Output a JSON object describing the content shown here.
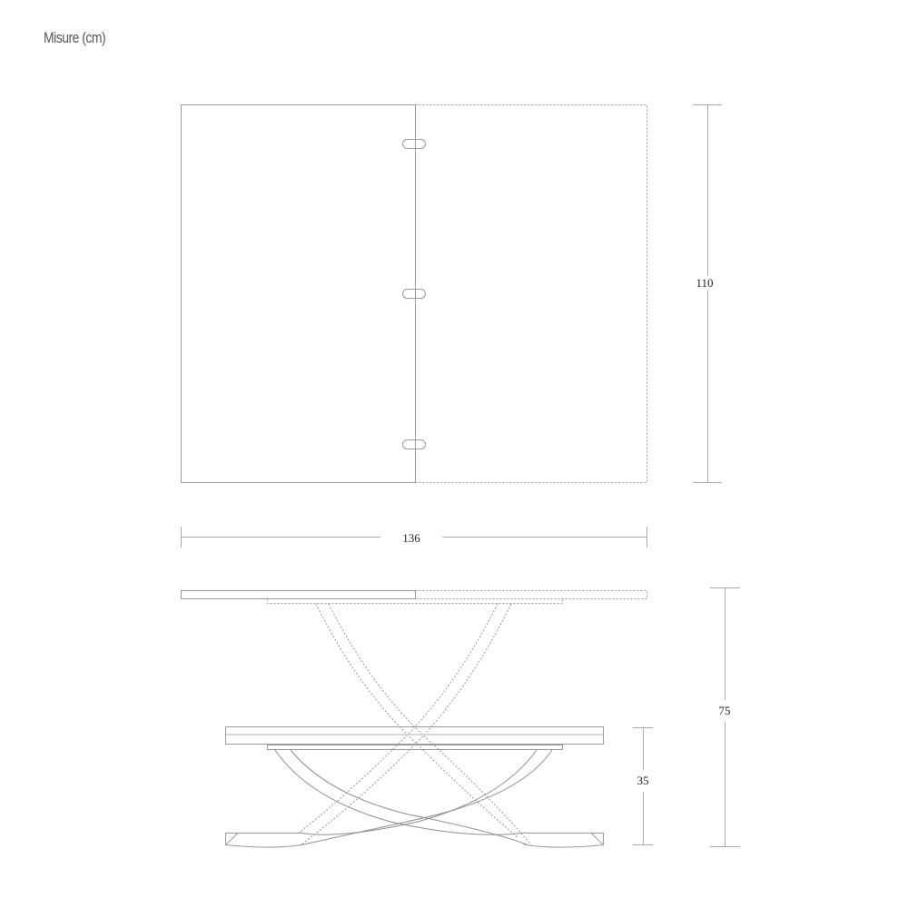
{
  "header": {
    "title": "Misure (cm)"
  },
  "drawing": {
    "top_view": {
      "name": "Table top plan view",
      "extension_shown_dashed": true,
      "slot_count": 3
    },
    "side_view": {
      "name": "Table side elevation (raised and lowered positions)",
      "raised_position_dashed": true
    },
    "colors": {
      "line": "#9a9a9a",
      "dimension_line": "#aaaaaa",
      "label": "#222222",
      "title": "#555555"
    },
    "dimensions": {
      "depth": {
        "value": "110",
        "unit": "cm"
      },
      "width_extended": {
        "value": "136",
        "unit": "cm"
      },
      "height_high": {
        "value": "75",
        "unit": "cm"
      },
      "height_low": {
        "value": "35",
        "unit": "cm"
      }
    }
  }
}
